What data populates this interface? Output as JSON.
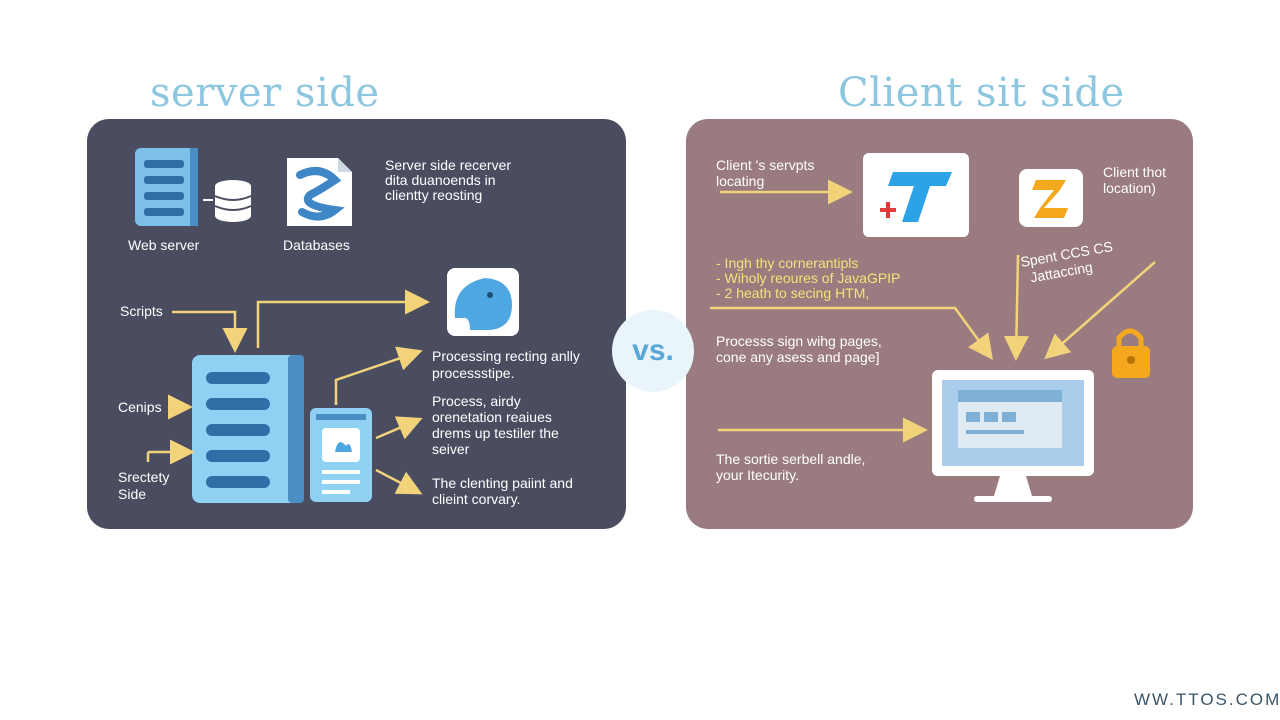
{
  "titles": {
    "server": "server side",
    "client": "Client sit side",
    "vs": "vs."
  },
  "server": {
    "web_server": "Web server",
    "databases": "Databases",
    "receiver_note": [
      "Server side recerver",
      "dita duanoends in",
      "clientty reosting"
    ],
    "scripts": "Scripts",
    "cenips": "Cenips",
    "srectety_side": [
      "Srectety",
      "Side"
    ],
    "processing_note": [
      "Processing recting anlly",
      "processstipe."
    ],
    "process_note": [
      "Process, airdy",
      "orenetation reaiues",
      "drems up testiler the",
      "seiver"
    ],
    "clenting_note": [
      "The clenting paiint and",
      "clieint corvary."
    ]
  },
  "client": {
    "scripts_note": [
      "Client 's servpts",
      "locating"
    ],
    "location_note": [
      "Client thot",
      "location)"
    ],
    "bullets": [
      "- Ingh thy cornerantipls",
      "- Wiholy reoures of JavaGPIP",
      "- 2 heath to secing HTM,"
    ],
    "spent_note": [
      "Spent CCS CS",
      "Jattaccing"
    ],
    "process_note": [
      "Processs sign wihg pages,",
      "cone any asess and page]"
    ],
    "security_note": [
      "The sortie serbell andle,",
      "your Itecurity."
    ]
  },
  "watermark": "WW.TTOS.COM",
  "colors": {
    "title": "#8cc6df",
    "server_panel": "#4a4c60",
    "client_panel": "#9a7b80",
    "arrow": "#f2d37a",
    "icon_blue": "#5aa7d9",
    "icon_orange": "#f4a81e"
  }
}
